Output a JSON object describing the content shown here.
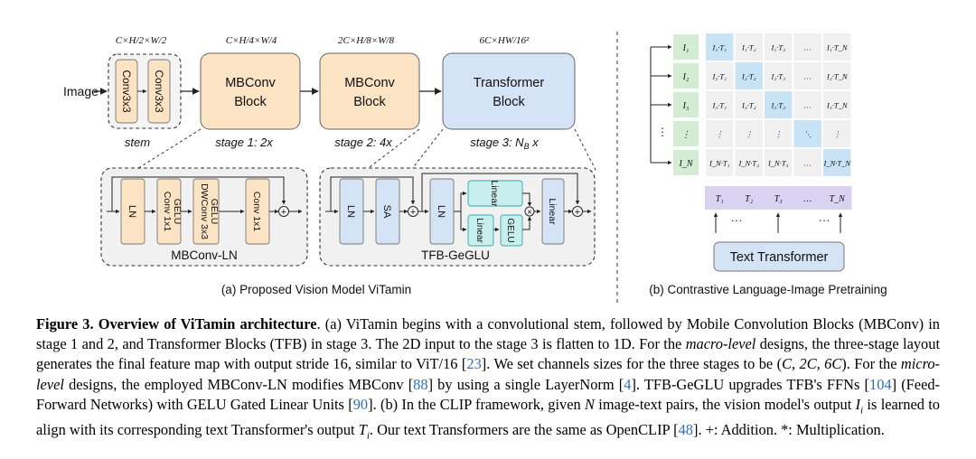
{
  "figure": {
    "input_label": "Image",
    "dims": {
      "stem_top": "C×H/2×W/2",
      "stage1_top": "C×H/4×W/4",
      "stage2_top": "2C×H/8×W/8",
      "stage3_top": "6C×HW/16²"
    },
    "stem": {
      "conv1": "Conv3x3",
      "conv2": "Conv3x3",
      "label": "stem"
    },
    "stage1": {
      "title_l1": "MBConv",
      "title_l2": "Block",
      "label": "stage 1: 2x"
    },
    "stage2": {
      "title_l1": "MBConv",
      "title_l2": "Block",
      "label": "stage 2: 4x"
    },
    "stage3": {
      "title_l1": "Transformer",
      "title_l2": "Block",
      "label_pre": "stage 3: N",
      "label_sub": "B",
      "label_post": " x"
    },
    "mbconv_ln": {
      "title": "MBConv-LN",
      "ln": "LN",
      "gelu1": "GELU",
      "conv1": "Conv 1x1",
      "gelu2": "GELU",
      "dwconv": "DWConv 3x3",
      "conv2": "Conv 1x1"
    },
    "tfb_geglu": {
      "title": "TFB-GeGLU",
      "ln1": "LN",
      "sa": "SA",
      "ln2": "LN",
      "linear_top": "Linear",
      "linear_bottom": "Linear",
      "gelu": "GELU",
      "linear_out": "Linear"
    },
    "plus": "+",
    "times": "×",
    "caption_a": "(a) Proposed Vision Model ViTamin",
    "caption_b": "(b) Contrastive Language-Image Pretraining",
    "clip": {
      "row_labels": [
        "I₁",
        "I₂",
        "I₃",
        "⋮",
        "I_N"
      ],
      "col_labels": [
        "T₁",
        "T₂",
        "T₃",
        "…",
        "T_N"
      ],
      "cells": [
        [
          "I₁·T₁",
          "I₁·T₂",
          "I₁·T₃",
          "…",
          "I₁·T_N"
        ],
        [
          "I₂·T₁",
          "I₂·T₂",
          "I₂·T₃",
          "…",
          "I₂·T_N"
        ],
        [
          "I₃·T₁",
          "I₃·T₂",
          "I₃·T₃",
          "…",
          "I₃·T_N"
        ],
        [
          "⋮",
          "⋮",
          "⋮",
          "⋱",
          "⋮"
        ],
        [
          "I_N·T₁",
          "I_N·T₂",
          "I_N·T₃",
          "…",
          "I_N·T_N"
        ]
      ],
      "left_dots": "⋮",
      "dots_left": "…",
      "dots_right": "…",
      "text_transformer": "Text Transformer"
    },
    "colors": {
      "stage_orange": "#fbe3c4",
      "stage_blue": "#d5e3f7",
      "box_gray": "#f1f1f1",
      "row_green": "#d4ecd4",
      "col_purple": "#d9d2f0",
      "diag_blue": "#c7e3f5",
      "grid_gray": "#f0f0f0",
      "linear_teal": "#c8efed"
    }
  },
  "caption": {
    "fig_label": "Figure 3.",
    "title": "Overview of ViTamin architecture",
    "p1": ". (a) ViTamin begins with a convolutional stem, followed by Mobile Convolution Blocks (MBConv) in stage 1 and 2, and Transformer Blocks (TFB) in stage 3. The 2D input to the stage 3 is flatten to 1D. For the ",
    "macro": "macro-level",
    "p2": " designs, the three-stage layout generates the final feature map with output stride 16, similar to ViT/16 [",
    "ref23": "23",
    "p3": "]. We set channels sizes for the three stages to be (",
    "chan": "C, 2C, 6C",
    "p4": "). For the ",
    "micro": "micro-level",
    "p5": " designs, the employed MBConv-LN modifies MBConv [",
    "ref88": "88",
    "p6": "] by using a single LayerNorm [",
    "ref4": "4",
    "p7": "]. TFB-GeGLU upgrades TFB's FFNs [",
    "ref104": "104",
    "p8": "] (Feed-Forward Networks) with GELU Gated Linear Units [",
    "ref90": "90",
    "p9": "]. (b) In the CLIP framework, given ",
    "N": "N",
    "p10": " image-text pairs, the vision model's output ",
    "Ii": "I",
    "Ii_sub": "i",
    "p11": " is learned to align with its corresponding text Transformer's output ",
    "Ti": "T",
    "Ti_sub": "i",
    "p12": ". Our text Transformers are the same as OpenCLIP [",
    "ref48": "48",
    "p13": "]. +: Addition. *: Multiplication."
  }
}
